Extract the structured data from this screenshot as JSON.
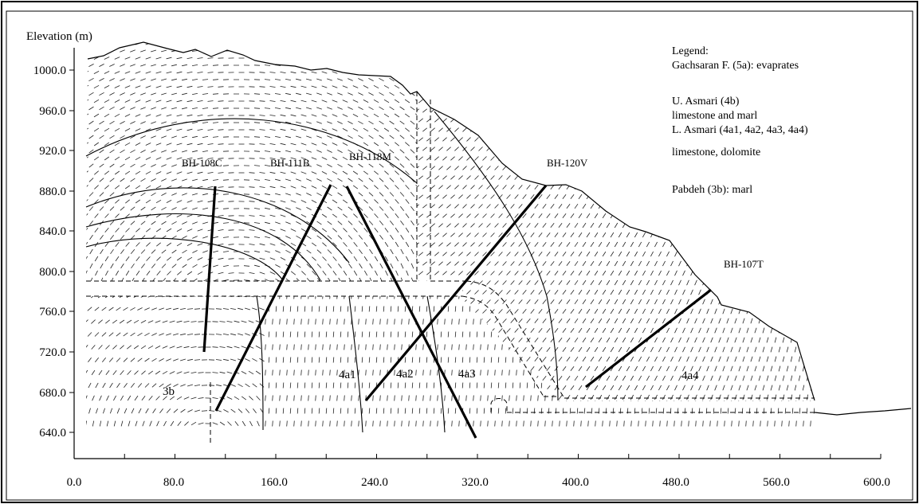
{
  "figure": {
    "ylabel": "Elevation (m)",
    "y_ticks": [
      "1000.0",
      "960.0",
      "920.0",
      "880.0",
      "840.0",
      "800.0",
      "760.0",
      "720.0",
      "680.0",
      "640.0"
    ],
    "x_ticks": [
      "0.0",
      "80.0",
      "160.0",
      "240.0",
      "320.0",
      "400.0",
      "480.0",
      "560.0",
      "600.0"
    ]
  },
  "legend": {
    "title": "Legend:",
    "lines": [
      "Gachsaran F. (5a): evaprates",
      "",
      "U. Asmari (4b)",
      "limestone and marl",
      "L. Asmari (4a1, 4a2, 4a3, 4a4)",
      "limestone, dolomite",
      "",
      "Pabdeh (3b): marl"
    ]
  },
  "boreholes": [
    {
      "name": "BH-108C"
    },
    {
      "name": "BH-111B"
    },
    {
      "name": "BH-118M"
    },
    {
      "name": "BH-120V"
    },
    {
      "name": "BH-107T"
    }
  ],
  "zones": [
    "3b",
    "4a1",
    "4a2",
    "4a3",
    "4a4"
  ],
  "colors": {
    "ink": "#000000",
    "background": "#ffffff"
  }
}
